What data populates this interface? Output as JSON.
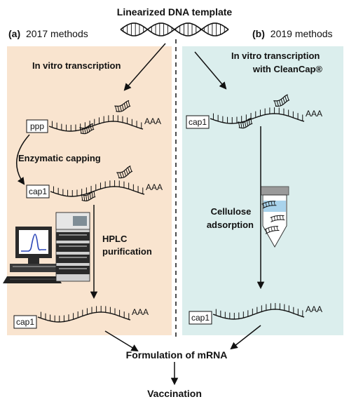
{
  "title": "Linearized DNA template",
  "left_panel": {
    "letter": "(a)",
    "label": "2017 methods",
    "step1": "In vitro transcription",
    "ppp_tag": "ppp",
    "tail1": "AAA",
    "step2": "Enzymatic capping",
    "cap_tag_1": "cap1",
    "tail2": "AAA",
    "step3_line1": "HPLC",
    "step3_line2": "purification",
    "cap_tag_2": "cap1",
    "tail3": "AAA",
    "bg_color": "#f9e4cf"
  },
  "right_panel": {
    "letter": "(b)",
    "label": "2019 methods",
    "step1_line1": "In vitro transcription",
    "step1_line2": "with CleanCap®",
    "cap_tag_1": "cap1",
    "tail1": "AAA",
    "step2_line1": "Cellulose",
    "step2_line2": "adsorption",
    "cap_tag_2": "cap1",
    "tail2": "AAA",
    "bg_color": "#dbeeed"
  },
  "formulation": "Formulation of mRNA",
  "vaccination": "Vaccination",
  "icons": [
    "dna-helix-icon",
    "computer-icon",
    "hplc-instrument-icon",
    "cellulose-tube-icon"
  ],
  "colors": {
    "chromatogram": "#2b46b8",
    "tube_liquid": "#a9d3ec",
    "tube_cap": "#9a9a9a"
  }
}
